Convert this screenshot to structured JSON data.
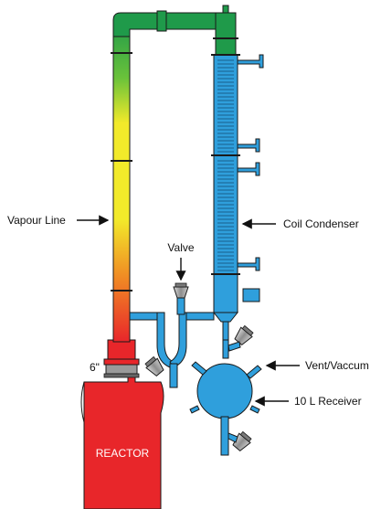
{
  "labels": {
    "vapour_line": "Vapour Line",
    "coil_condenser": "Coil Condenser",
    "valve": "Valve",
    "vent_vaccum": "Vent/Vaccum",
    "receiver": "10 L Receiver",
    "size": "6\"",
    "reactor": "REACTOR"
  },
  "colors": {
    "green": "#1f9a4a",
    "yellow": "#f2ea2a",
    "red": "#e8262a",
    "blue": "#2f9fdc",
    "outline": "#1a1a1a",
    "grey": "#9a9a9a"
  }
}
